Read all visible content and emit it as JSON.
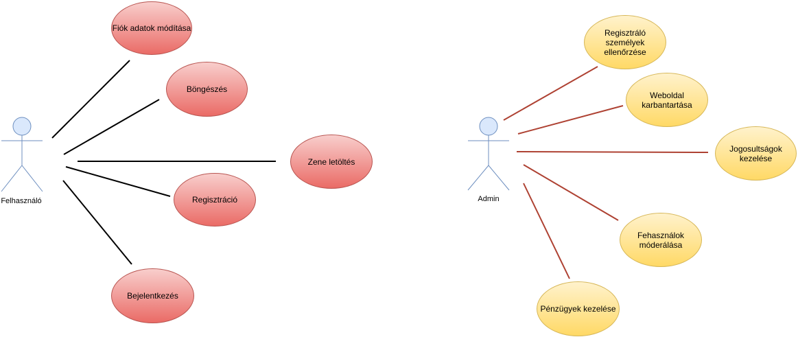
{
  "actors": {
    "user": {
      "label": "Felhasználó"
    },
    "admin": {
      "label": "Admin"
    }
  },
  "user_use_cases": [
    {
      "label": "Fiók adatok módítása"
    },
    {
      "label": "Böngészés"
    },
    {
      "label": "Zene letöltés"
    },
    {
      "label": "Regisztráció"
    },
    {
      "label": "Bejelentkezés"
    }
  ],
  "admin_use_cases": [
    {
      "label": "Regisztráló\nszemélyek\nellenőrzése"
    },
    {
      "label": "Weboldal\nkarbantartása"
    },
    {
      "label": "Jogosultságok\nkezelése"
    },
    {
      "label": "Fehasználok\nmóderálása"
    },
    {
      "label": "Pénzügyek kezelése"
    }
  ],
  "colors": {
    "user_line": "#000000",
    "admin_line": "#ae4132",
    "actor_fill": "#dae8fc",
    "actor_stroke": "#6c8ebf"
  }
}
